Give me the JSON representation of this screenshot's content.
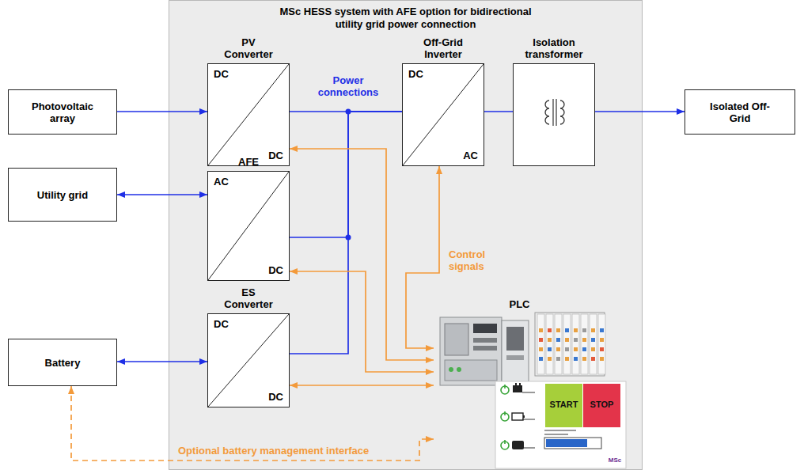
{
  "diagram": {
    "nodes": [
      {
        "text": [
          "MSc HESS system with AFE option for bidirectional utility grid power connection"
        ]
      },
      {
        "text": [
          "Photovoltaic array"
        ]
      },
      {
        "text": [
          "PV Converter",
          "DC",
          "DC"
        ],
        "in": 0
      },
      {
        "text": [
          "Off-Grid Inverter",
          "DC",
          "AC"
        ],
        "in": 0
      },
      {
        "text": [
          "Isolation transformer"
        ],
        "in": 0
      },
      {
        "text": [
          "Isolated Off-Grid"
        ]
      },
      {
        "text": [
          "Utility grid"
        ]
      },
      {
        "text": [
          "AFE",
          "AC",
          "DC"
        ],
        "in": 0
      },
      {
        "text": [
          "Battery"
        ]
      },
      {
        "text": [
          "ES Converter",
          "DC",
          "DC"
        ],
        "in": 0
      },
      {
        "text": [
          "PLC"
        ],
        "in": 0
      }
    ],
    "edges": [
      {
        "from": 1,
        "to": 2,
        "arrow": "to"
      },
      {
        "from": 2,
        "to": 3,
        "arrow": "none"
      },
      {
        "from": 7,
        "to": 3,
        "arrow": "none"
      },
      {
        "from": 9,
        "to": 3,
        "arrow": "none"
      },
      {
        "from": 3,
        "to": 4,
        "arrow": "none"
      },
      {
        "from": 4,
        "to": 5,
        "arrow": "to"
      },
      {
        "from": 6,
        "to": 7,
        "arrow": "both"
      },
      {
        "from": 8,
        "to": 9,
        "arrow": "both"
      },
      {
        "from": 2,
        "to": 10,
        "arrow": "both"
      },
      {
        "from": 7,
        "to": 10,
        "arrow": "both"
      },
      {
        "from": 9,
        "to": 10,
        "arrow": "both"
      },
      {
        "from": 3,
        "to": 10,
        "arrow": "both"
      },
      {
        "from": 8,
        "to": 10,
        "arrow": "both",
        "label": "Optional battery management interface"
      }
    ],
    "labels": [
      "Power connections",
      "Control signals",
      "START",
      "STOP",
      "MSc"
    ]
  }
}
